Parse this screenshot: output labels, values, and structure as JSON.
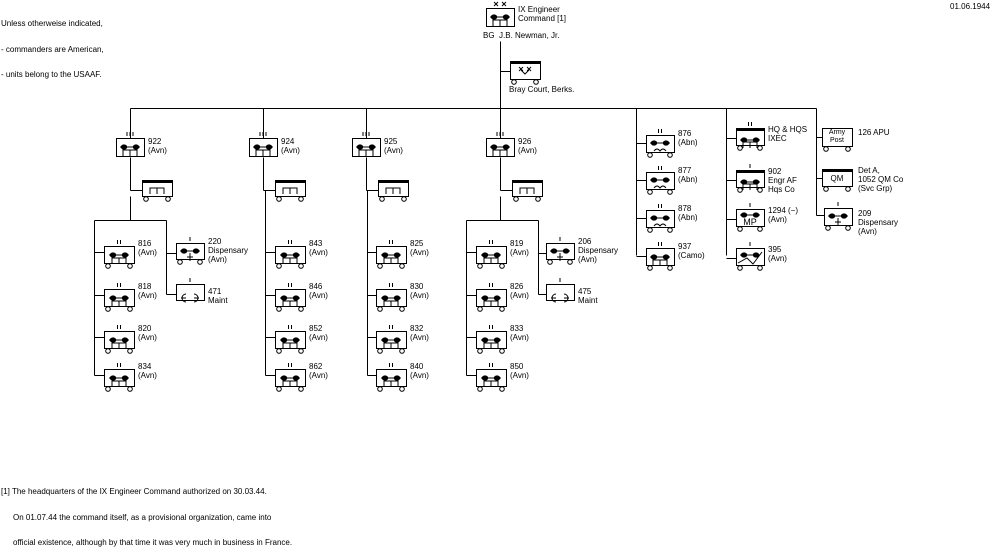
{
  "header_note": [
    "Unless otherweise indicated,",
    "- commanders are American,",
    "- units belong to the USAAF."
  ],
  "date": "01.06.1944",
  "footnote": [
    "[1] The headquarters of the IX Engineer Command authorized on 30.03.44.",
    "On 01.07.44 the command itself, as a provisional organization, came into",
    "official existence, although by that time it was very much in business in France."
  ],
  "units": {
    "hq": {
      "label": "IX Engineer\nCommand [1]",
      "commander": "BG  J.B. Newman, Jr."
    },
    "hq_hq": {
      "label": "Bray Court, Berks."
    },
    "r922": {
      "label": "922\n(Avn)"
    },
    "r924": {
      "label": "924\n(Avn)"
    },
    "r925": {
      "label": "925\n(Avn)"
    },
    "r926": {
      "label": "926\n(Avn)"
    },
    "b816": {
      "label": "816\n(Avn)"
    },
    "b818": {
      "label": "818\n(Avn)"
    },
    "b820": {
      "label": "820\n(Avn)"
    },
    "b834": {
      "label": "834\n(Avn)"
    },
    "d220": {
      "label": "220\nDispensary\n(Avn)"
    },
    "m471": {
      "label": "471\nMaint"
    },
    "b843": {
      "label": "843\n(Avn)"
    },
    "b846": {
      "label": "846\n(Avn)"
    },
    "b852": {
      "label": "852\n(Avn)"
    },
    "b862": {
      "label": "862\n(Avn)"
    },
    "b825": {
      "label": "825\n(Avn)"
    },
    "b830": {
      "label": "830\n(Avn)"
    },
    "b832": {
      "label": "832\n(Avn)"
    },
    "b840": {
      "label": "840\n(Avn)"
    },
    "b819": {
      "label": "819\n(Avn)"
    },
    "b826": {
      "label": "826\n(Avn)"
    },
    "b833": {
      "label": "833\n(Avn)"
    },
    "b850": {
      "label": "850\n(Avn)"
    },
    "d206": {
      "label": "206\nDispensary\n(Avn)"
    },
    "m475": {
      "label": "475\nMaint"
    },
    "b876": {
      "label": "876\n(Abn)"
    },
    "b877": {
      "label": "877\n(Abn)"
    },
    "b878": {
      "label": "878\n(Abn)"
    },
    "b937": {
      "label": "937\n(Camo)"
    },
    "hqs": {
      "label": "HQ & HQS\nIXEC"
    },
    "b902": {
      "label": "902\nEngr AF\nHqs Co"
    },
    "mp1294": {
      "label": "1294 (−)\n(Avn)",
      "symbol": "MP"
    },
    "s395": {
      "label": "395\n(Avn)"
    },
    "apu126": {
      "label": "126 APU",
      "symbol": "Army\nPost"
    },
    "qm1052": {
      "label": "Det A,\n1052 QM Co\n(Svc Grp)",
      "symbol": "QM"
    },
    "d209": {
      "label": "209\nDispensary\n(Avn)"
    }
  }
}
